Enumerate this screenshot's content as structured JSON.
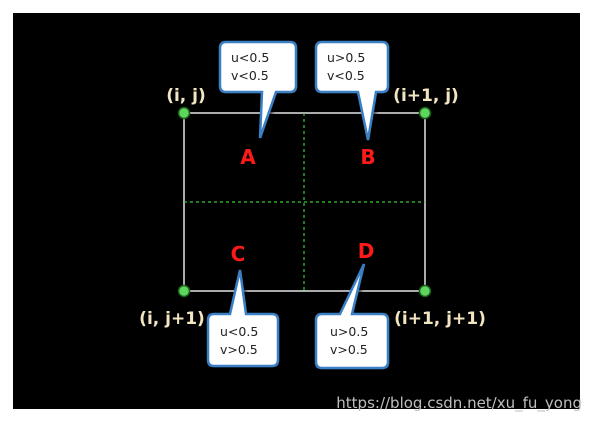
{
  "corners": {
    "top_left": "(i, j)",
    "top_right": "(i+1, j)",
    "bottom_left": "(i, j+1)",
    "bottom_right": "(i+1, j+1)"
  },
  "regions": {
    "a": "A",
    "b": "B",
    "c": "C",
    "d": "D"
  },
  "callouts": {
    "a": {
      "line1": "u<0.5",
      "line2": "v<0.5"
    },
    "b": {
      "line1": "u>0.5",
      "line2": "v<0.5"
    },
    "c": {
      "line1": "u<0.5",
      "line2": "v>0.5"
    },
    "d": {
      "line1": "u>0.5",
      "line2": "v>0.5"
    }
  },
  "watermark": "https://blog.csdn.net/xu_fu_yong",
  "colors": {
    "background": "#000000",
    "grid_border": "#e6e6e6",
    "midline": "#33cc33",
    "node_fill": "#5cd65c",
    "region_text": "#ff1a1a",
    "corner_text": "#f2e6c2"
  }
}
